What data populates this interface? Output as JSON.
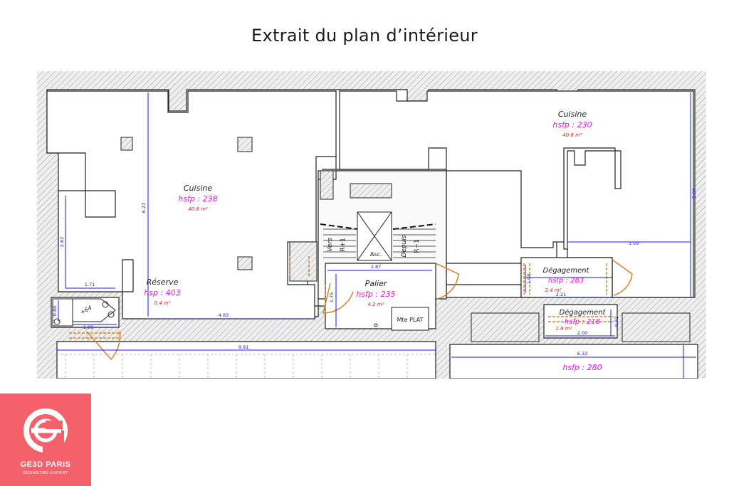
{
  "title": "Extrait du plan d’intérieur",
  "rooms": {
    "cuisine_left": {
      "name": "Cuisine",
      "hsfp": "hsfp : 238",
      "area": "40.8 m²"
    },
    "cuisine_right": {
      "name": "Cuisine",
      "hsfp": "hsfp : 230",
      "area": "40.6 m²"
    },
    "reserve": {
      "name": "Réserve",
      "hsfp": "hsp : 403",
      "area": "0.4 m²"
    },
    "palier": {
      "name": "Palier",
      "hsfp": "hsfp : 235",
      "area": "4.2 m²"
    },
    "degagement_1": {
      "name": "Dégagement",
      "hsfp": "hsfp : 283",
      "area": "2.4 m²"
    },
    "degagement_2": {
      "name": "Dégagement",
      "hsfp": "hsfp : 218",
      "area": "1.9 m²"
    },
    "bottom_right": {
      "hsfp": "hsfp : 280"
    }
  },
  "labels": {
    "asc": "Asc.",
    "vers": "Vers",
    "r_plus_1": "R+1",
    "depuis": "Depuis",
    "r_minus_1": "R−1",
    "mte_plat": "Mte PLAT",
    "stair_num": "+64"
  },
  "dimensions": {
    "d627": "6.27",
    "d262": "2.62",
    "d171": "1.71",
    "d483": "4.83",
    "d287": "2.87",
    "d175": "1.75",
    "d080": "0.80",
    "d189": "1.89",
    "d991": "9.91",
    "d564": "5.64",
    "d359": "3.59",
    "d108": "1.08",
    "d221": "2.21",
    "d092": "0.92",
    "d200": "2.00",
    "d633": "6.33"
  },
  "logo": {
    "name": "GE3D PARIS",
    "subtitle": "GÉOMÈTRE-EXPERT"
  },
  "colors": {
    "dimension": "#1a1ae6",
    "room_code": "#e619e6",
    "area": "#e61919",
    "door": "#d9822b",
    "brand": "#f4616b"
  }
}
